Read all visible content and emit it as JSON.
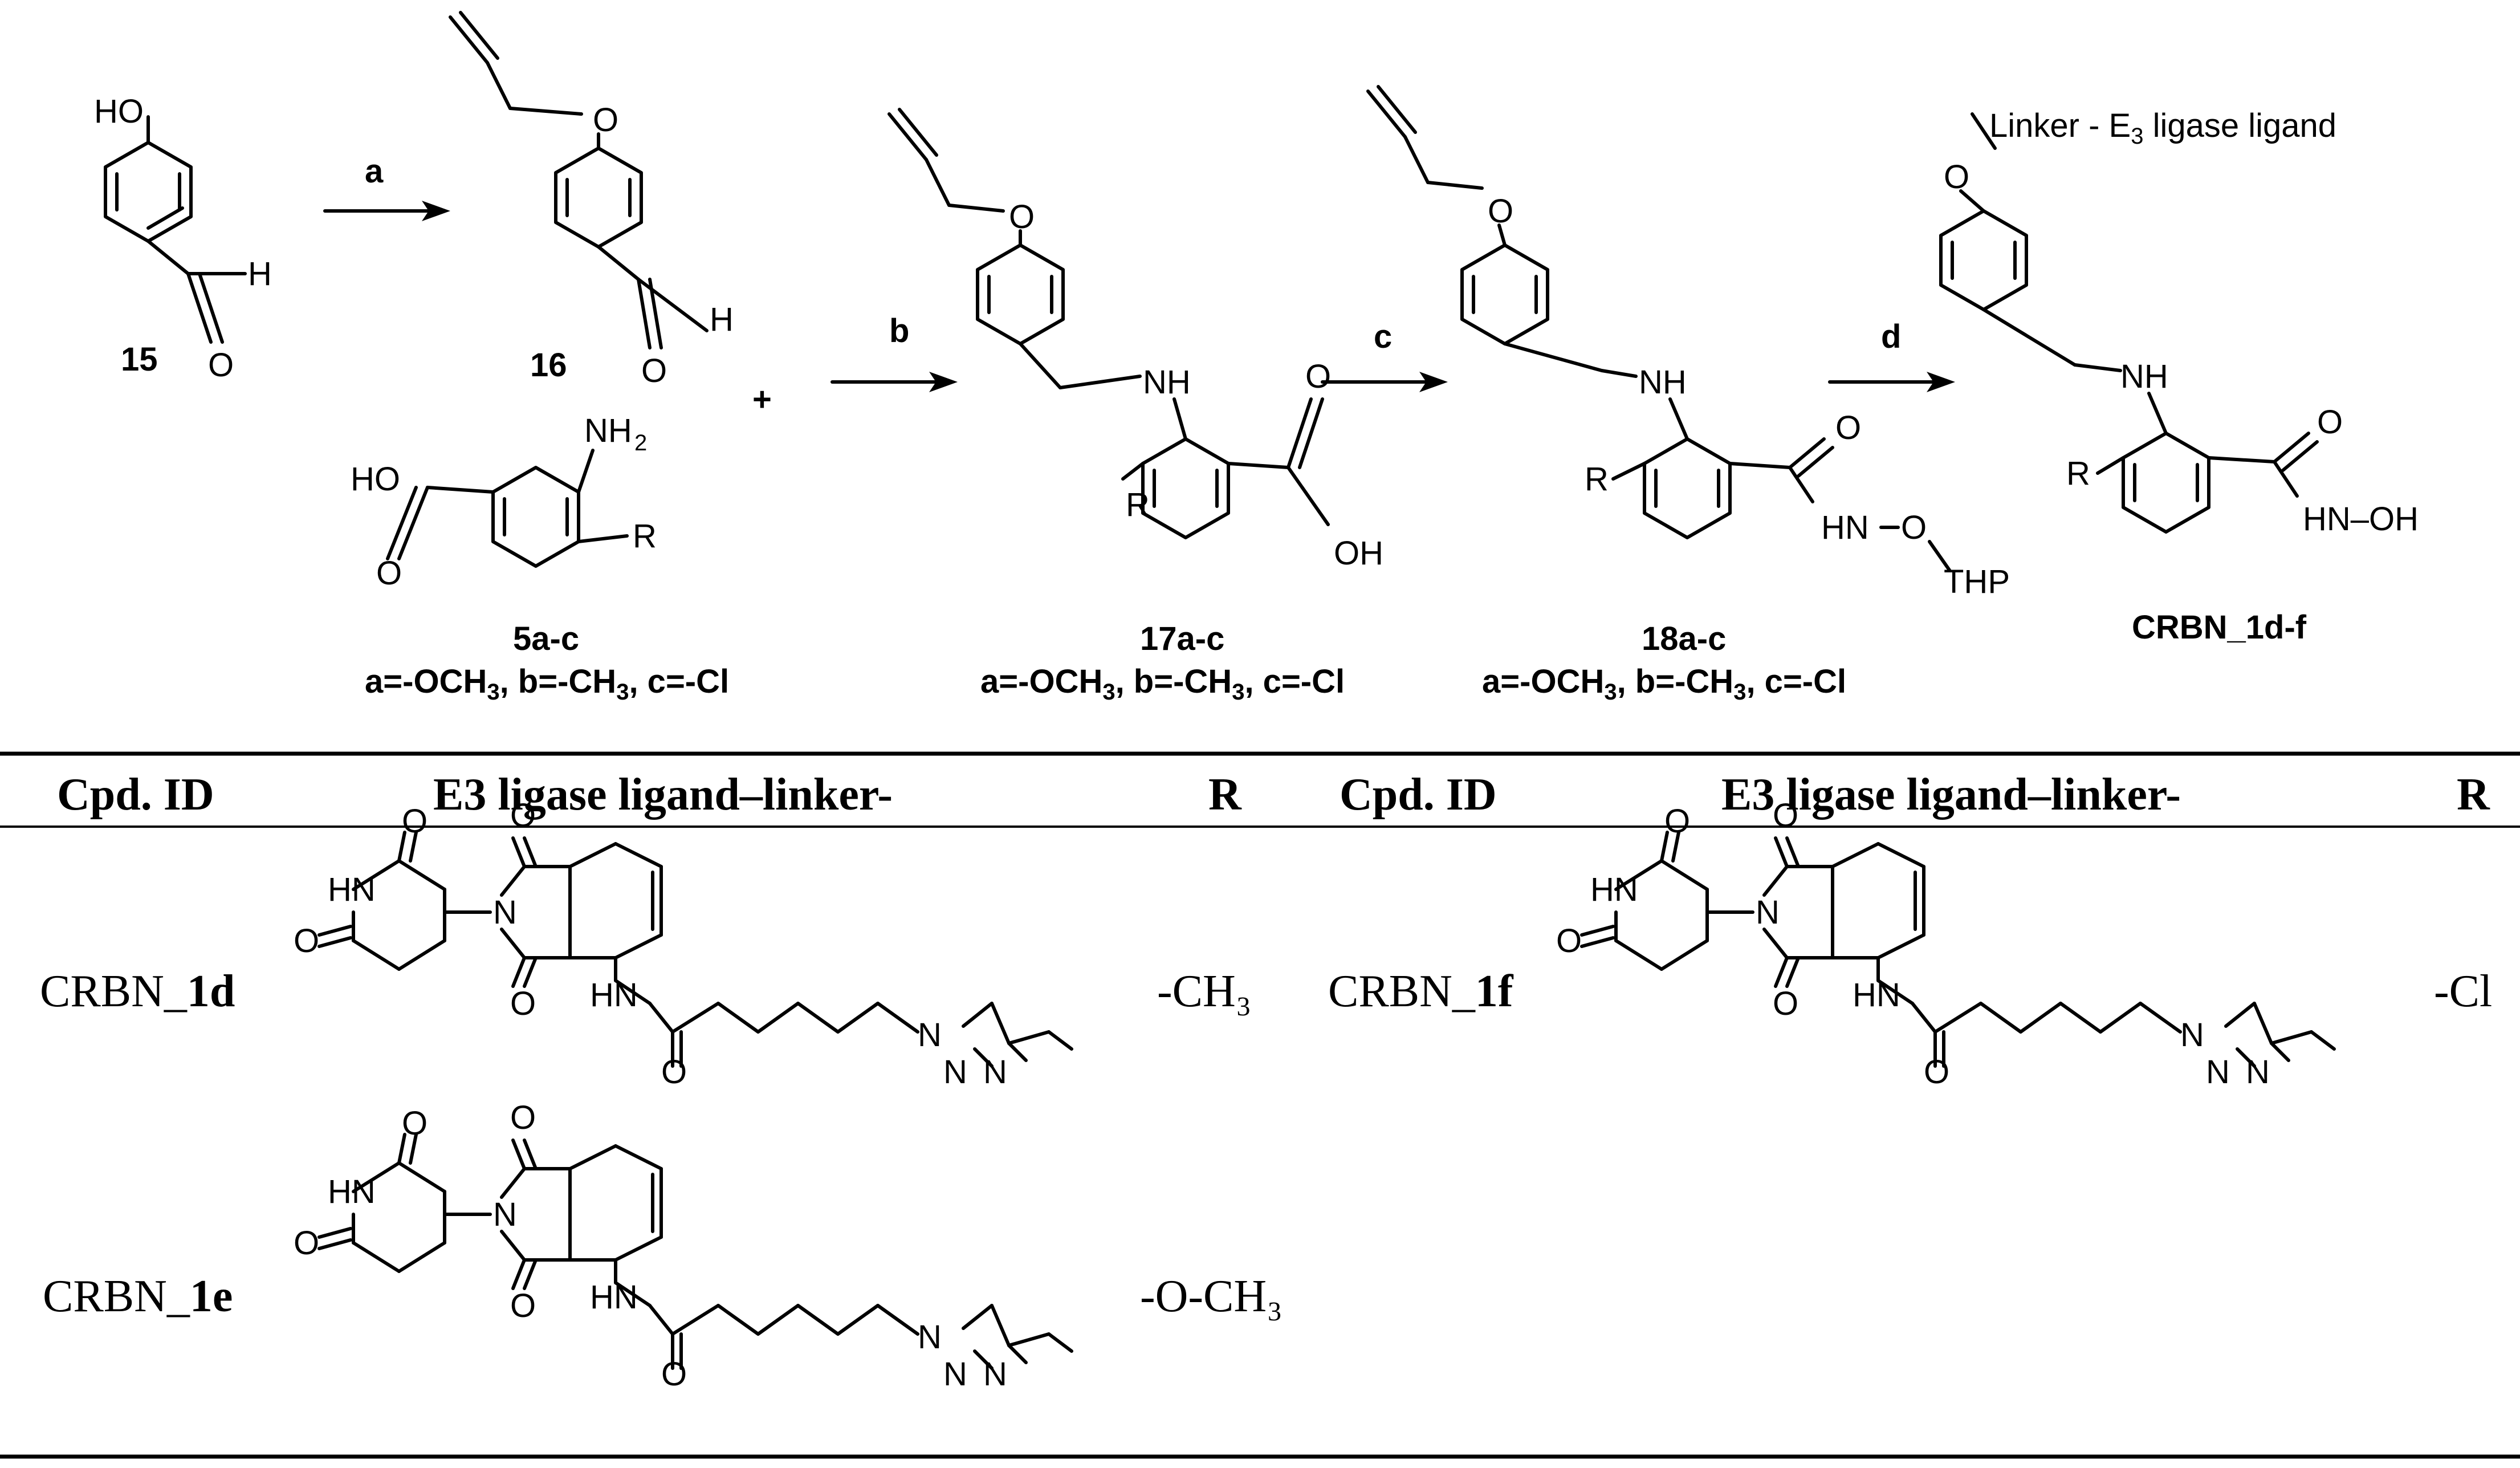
{
  "scheme": {
    "steps": [
      "a",
      "b",
      "c",
      "d"
    ],
    "plus": "+",
    "compounds": {
      "c15": "15",
      "c16": "16",
      "c5": "5a-c",
      "c17": "17a-c",
      "c18": "18a-c",
      "final": "CRBN_1d-f"
    },
    "substituents_a": "a=-OCH",
    "substituents_b": ", b=-CH",
    "substituents_c": ", c=-Cl",
    "sub3": "3",
    "atoms": {
      "HO": "HO",
      "H": "H",
      "O": "O",
      "NH": "NH",
      "NH2": "NH",
      "sub2": "2",
      "R": "R",
      "OH": "OH",
      "HN": "HN",
      "THP": "THP",
      "HNOH": "HN–OH",
      "N": "N"
    },
    "linker_label": "Linker - E",
    "linker_label_tail": " ligase ligand"
  },
  "table": {
    "headers": [
      "Cpd. ID",
      "E3 ligase ligand–linker-",
      "R",
      "Cpd. ID",
      "E3 ligase ligand–linker-",
      "R"
    ],
    "rows": [
      {
        "id_prefix": "CRBN_",
        "id_bold": "1d",
        "r": "-CH₃"
      },
      {
        "id_prefix": "CRBN_",
        "id_bold": "1f",
        "r": "-Cl"
      },
      {
        "id_prefix": "CRBN_",
        "id_bold": "1e",
        "r": "-O-CH₃"
      }
    ]
  }
}
